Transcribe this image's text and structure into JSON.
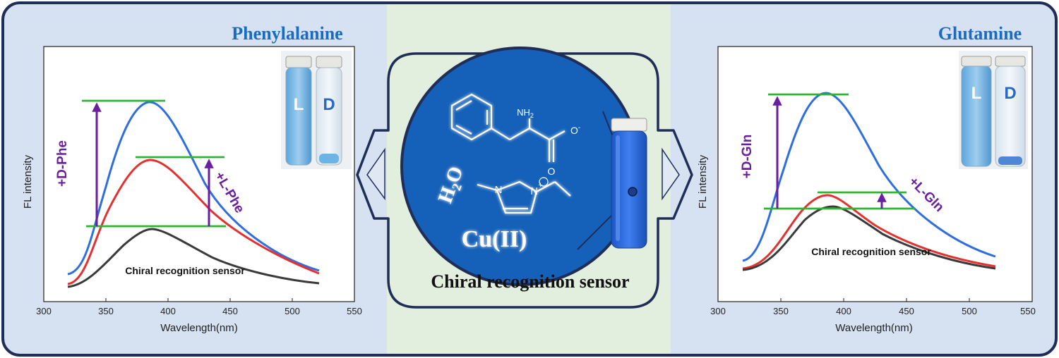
{
  "colors": {
    "frame": "#1f2d57",
    "side_bg": "#d6e1f1",
    "center_bg": "#e2efdf",
    "title": "#1a6cc0",
    "blue_curve": "#2f6ee0",
    "red_curve": "#e53030",
    "black_curve": "#3a3a3a",
    "green_line": "#2db52d",
    "arrow": "#6a1fa0",
    "circle": "#1560b8"
  },
  "left_panel": {
    "title": "Phenylalanine",
    "ylabel": "FL intensity",
    "xlabel": "Wavelength(nm)",
    "ticks": [
      "300",
      "350",
      "400",
      "450",
      "500",
      "550"
    ],
    "sensor_label": "Chiral recognition sensor",
    "arrow_d": "+D-Phe",
    "arrow_l": "+L-Phe",
    "vial_l": "L",
    "vial_d": "D"
  },
  "right_panel": {
    "title": "Glutamine",
    "ylabel": "FL intensity",
    "xlabel": "Wavelength(nm)",
    "ticks": [
      "300",
      "350",
      "400",
      "450",
      "500",
      "550"
    ],
    "sensor_label": "Chiral recognition sensor",
    "arrow_d": "+D-Gln",
    "arrow_l": "+L-Gln",
    "vial_l": "L",
    "vial_d": "D"
  },
  "center": {
    "caption": "Chiral recognition sensor",
    "metal": "Cu(II)",
    "water": "H",
    "water_sub": "2",
    "water_o": "O",
    "nh2": "NH",
    "nh2_sub": "2",
    "o_minus": "O",
    "o_minus_sup": "-",
    "o_double": "O",
    "n_plus": "N",
    "n_plus_sup": "+",
    "n_plain": "N"
  },
  "chart_data": [
    {
      "type": "line",
      "title": "Phenylalanine",
      "xlabel": "Wavelength(nm)",
      "ylabel": "FL intensity",
      "xlim": [
        300,
        550
      ],
      "series": [
        {
          "values": [
            [
              320,
              0.08
            ],
            [
              340,
              0.3
            ],
            [
              360,
              0.7
            ],
            [
              375,
              0.95
            ],
            [
              385,
              1.0
            ],
            [
              400,
              0.9
            ],
            [
              420,
              0.62
            ],
            [
              450,
              0.32
            ],
            [
              480,
              0.16
            ],
            [
              520,
              0.06
            ]
          ]
        },
        {
          "values": [
            [
              320,
              0.02
            ],
            [
              340,
              0.2
            ],
            [
              360,
              0.52
            ],
            [
              375,
              0.72
            ],
            [
              387,
              0.76
            ],
            [
              400,
              0.7
            ],
            [
              420,
              0.48
            ],
            [
              450,
              0.27
            ],
            [
              480,
              0.13
            ],
            [
              520,
              0.05
            ]
          ]
        },
        {
          "values": [
            [
              320,
              0.0
            ],
            [
              340,
              0.06
            ],
            [
              360,
              0.18
            ],
            [
              375,
              0.27
            ],
            [
              388,
              0.3
            ],
            [
              400,
              0.28
            ],
            [
              420,
              0.2
            ],
            [
              450,
              0.11
            ],
            [
              480,
              0.05
            ],
            [
              520,
              0.01
            ]
          ]
        }
      ]
    },
    {
      "type": "line",
      "title": "Glutamine",
      "xlabel": "Wavelength(nm)",
      "ylabel": "FL intensity",
      "xlim": [
        300,
        550
      ],
      "series": [
        {
          "values": [
            [
              320,
              0.15
            ],
            [
              340,
              0.4
            ],
            [
              360,
              0.78
            ],
            [
              375,
              0.97
            ],
            [
              385,
              1.0
            ],
            [
              400,
              0.88
            ],
            [
              420,
              0.64
            ],
            [
              450,
              0.36
            ],
            [
              480,
              0.17
            ],
            [
              520,
              0.06
            ]
          ]
        },
        {
          "values": [
            [
              320,
              0.1
            ],
            [
              340,
              0.2
            ],
            [
              360,
              0.36
            ],
            [
              375,
              0.42
            ],
            [
              385,
              0.43
            ],
            [
              400,
              0.37
            ],
            [
              420,
              0.26
            ],
            [
              450,
              0.14
            ],
            [
              480,
              0.08
            ],
            [
              520,
              0.02
            ]
          ]
        },
        {
          "values": [
            [
              320,
              0.08
            ],
            [
              340,
              0.16
            ],
            [
              360,
              0.29
            ],
            [
              375,
              0.36
            ],
            [
              388,
              0.39
            ],
            [
              400,
              0.36
            ],
            [
              420,
              0.26
            ],
            [
              450,
              0.14
            ],
            [
              480,
              0.07
            ],
            [
              520,
              0.01
            ]
          ]
        }
      ]
    }
  ]
}
